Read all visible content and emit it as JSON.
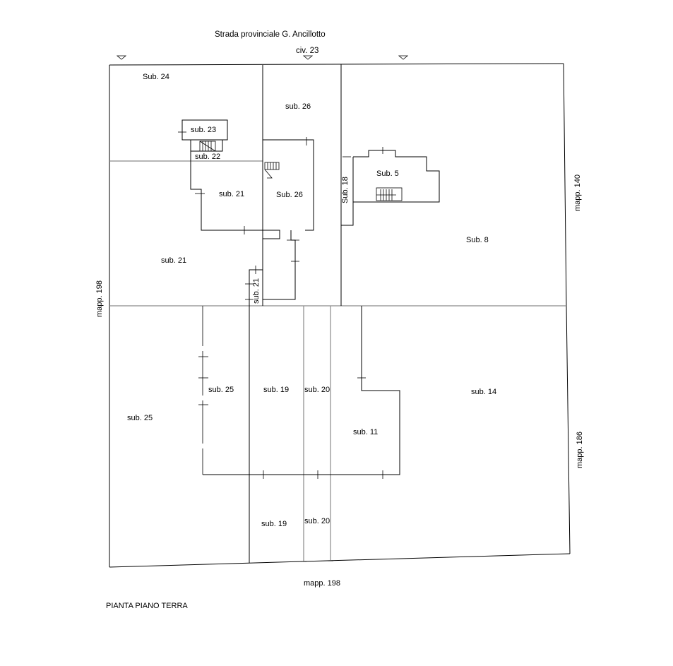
{
  "header": {
    "street": "Strada provinciale G. Ancillotto",
    "civic": "civ. 23"
  },
  "neighbors": {
    "left": "mapp. 198",
    "bottom": "mapp. 198",
    "right_top": "mapp. 140",
    "right_bottom": "mapp. 186"
  },
  "units": {
    "sub24": "Sub. 24",
    "sub26_top": "sub. 26",
    "sub23": "sub. 23",
    "sub22": "sub. 22",
    "sub21_small": "sub. 21",
    "sub26_inner": "Sub. 26",
    "sub18": "Sub. 18",
    "sub5": "Sub. 5",
    "sub8": "Sub. 8",
    "sub21_large": "sub. 21",
    "sub21_vertical": "sub. 21",
    "sub25_inner": "sub. 25",
    "sub19_mid": "sub. 19",
    "sub20_mid": "sub. 20",
    "sub14": "sub. 14",
    "sub25_outer": "sub. 25",
    "sub11": "sub. 11",
    "sub19_bottom": "sub. 19",
    "sub20_bottom": "sub. 20"
  },
  "footer": {
    "title": "PIANTA PIANO TERRA"
  }
}
